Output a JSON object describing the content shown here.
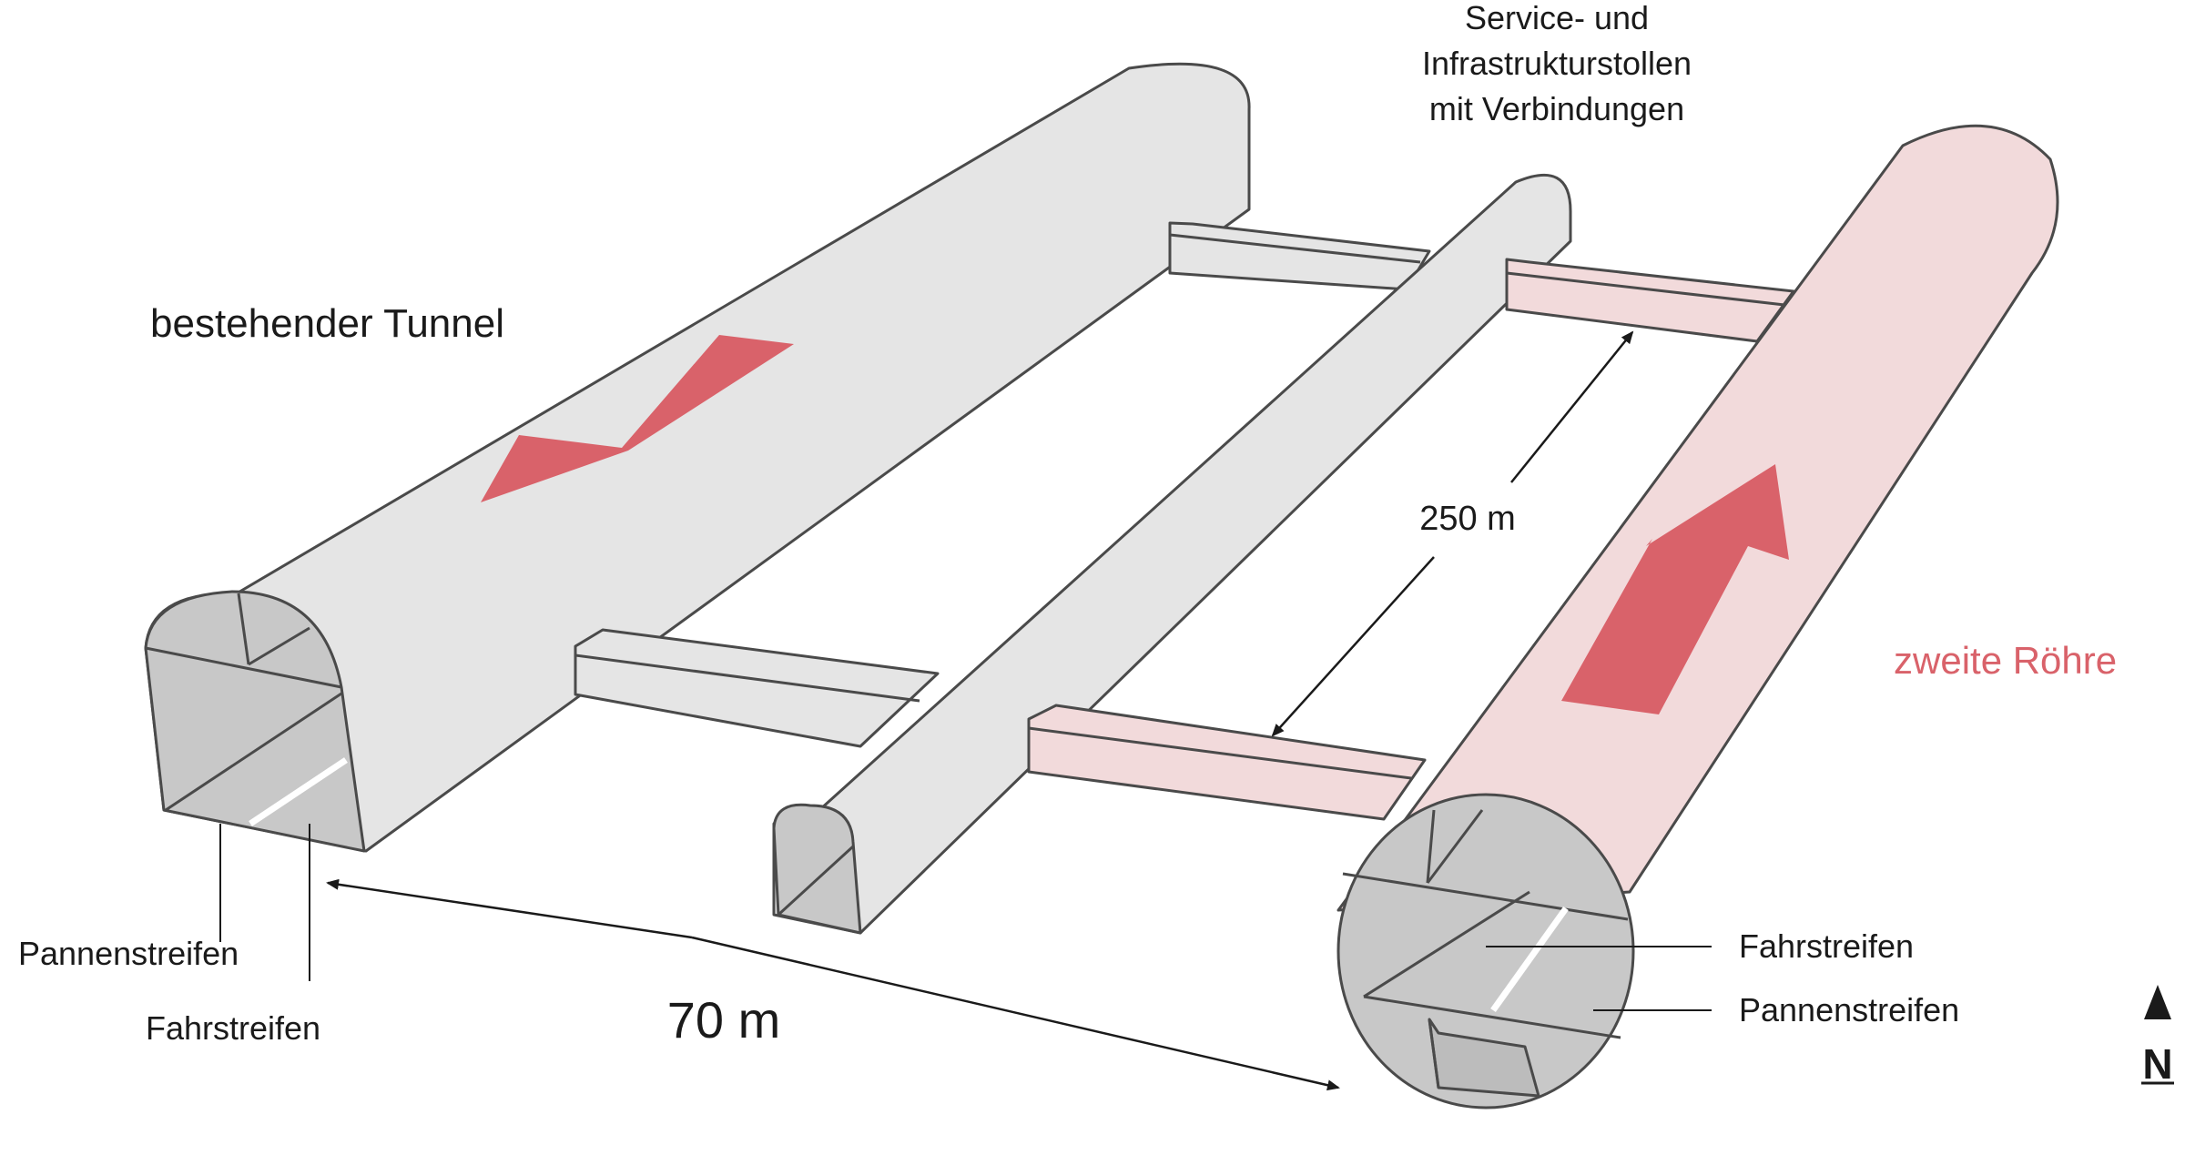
{
  "labels": {
    "existing_tunnel": "bestehender Tunnel",
    "second_tube": "zweite Röhre",
    "service_line1": "Service- und",
    "service_line2": "Infrastrukturstollen",
    "service_line3": "mit Verbindungen",
    "distance_250": "250 m",
    "distance_70": "70 m",
    "left_shoulder": "Pannenstreifen",
    "left_lane": "Fahrstreifen",
    "right_lane": "Fahrstreifen",
    "right_shoulder": "Pannenstreifen",
    "north": "N"
  },
  "colors": {
    "existing_tunnel_fill": "#e5e5e5",
    "second_tube_fill": "#f2dadb",
    "arrow_red": "#d9626a",
    "section_grey": "#c8c8c8",
    "outline": "#4a4a4a"
  }
}
